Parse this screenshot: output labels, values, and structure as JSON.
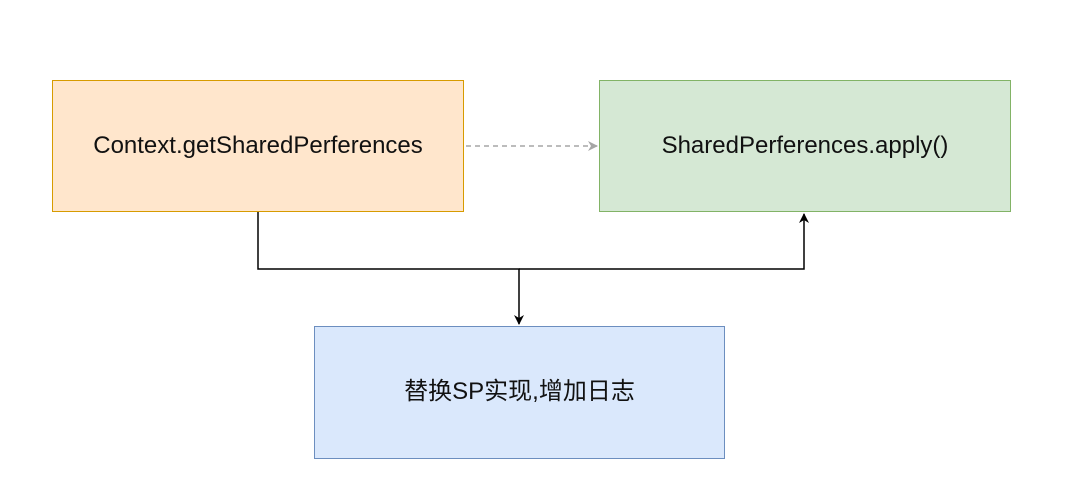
{
  "diagram": {
    "nodes": {
      "context": {
        "label": "Context.getSharedPerferences"
      },
      "apply": {
        "label": "SharedPerferences.apply()"
      },
      "replace": {
        "label": "替换SP实现,增加日志"
      }
    },
    "edges": [
      {
        "from": "context",
        "to": "apply",
        "style": "dashed"
      },
      {
        "from": "context",
        "to": "replace",
        "style": "solid"
      },
      {
        "from": "replace",
        "to": "apply",
        "style": "solid"
      }
    ],
    "colors": {
      "orange_fill": "#ffe6cc",
      "orange_stroke": "#d79b00",
      "green_fill": "#d5e8d4",
      "green_stroke": "#82b366",
      "blue_fill": "#dae8fc",
      "blue_stroke": "#6c8ebf",
      "edge_solid": "#000000",
      "edge_dashed": "#a6a6a6"
    }
  }
}
